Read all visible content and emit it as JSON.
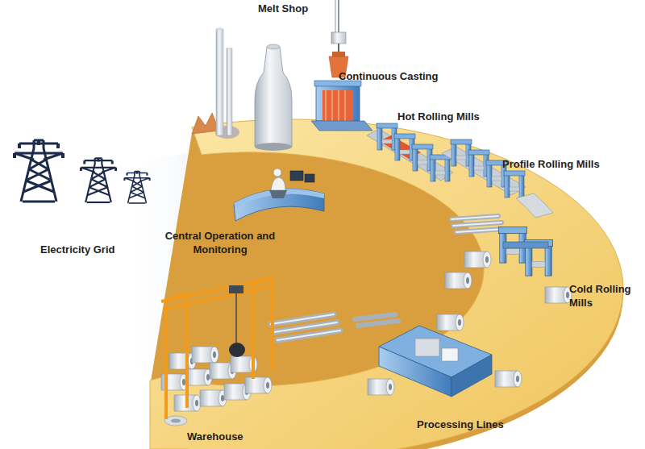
{
  "diagram": {
    "labels": [
      "Melt Shop",
      "Continuous Casting",
      "Hot Rolling Mills",
      "Profile Rolling Mills",
      "Electricity Grid",
      "Central Operation and Monitoring",
      "Cold Rolling Mills",
      "Warehouse",
      "Processing Lines"
    ]
  }
}
